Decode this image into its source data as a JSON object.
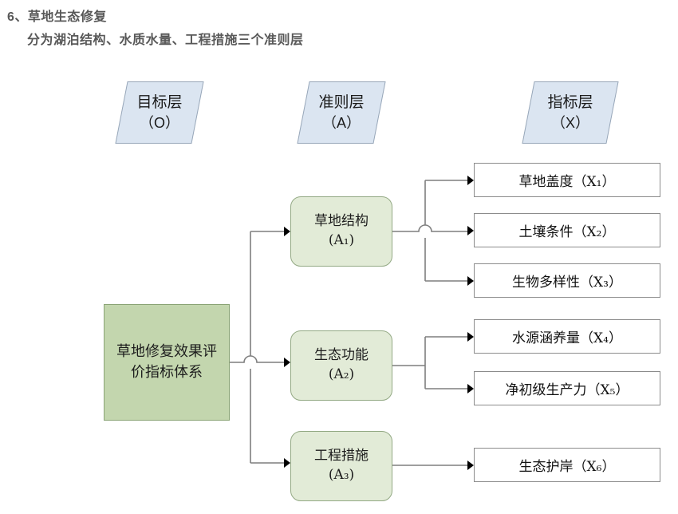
{
  "heading": {
    "line1": "6、草地生态修复",
    "line2": "分为湖泊结构、水质水量、工程措施三个准则层"
  },
  "layer_banners": [
    {
      "name": "goal-layer",
      "title": "目标层",
      "code": "（O）"
    },
    {
      "name": "criterion-layer",
      "title": "准则层",
      "code": "（A）"
    },
    {
      "name": "index-layer",
      "title": "指标层",
      "code": "（X）"
    }
  ],
  "goal": {
    "label": "草地修复效果评价指标体系"
  },
  "criteria": [
    {
      "id": "A1",
      "label": "草地结构",
      "code": "(A₁)"
    },
    {
      "id": "A2",
      "label": "生态功能",
      "code": "(A₂)"
    },
    {
      "id": "A3",
      "label": "工程措施",
      "code": "(A₃)"
    }
  ],
  "indicators": [
    {
      "id": "X1",
      "label": "草地盖度（X₁）",
      "parent": "A1"
    },
    {
      "id": "X2",
      "label": "土壤条件（X₂）",
      "parent": "A1"
    },
    {
      "id": "X3",
      "label": "生物多样性（X₃）",
      "parent": "A1"
    },
    {
      "id": "X4",
      "label": "水源涵养量（X₄）",
      "parent": "A2"
    },
    {
      "id": "X5",
      "label": "净初级生产力（X₅）",
      "parent": "A2"
    },
    {
      "id": "X6",
      "label": "生态护岸（X₆）",
      "parent": "A3"
    }
  ],
  "colors": {
    "banner_fill": "#dbe5f1",
    "banner_border": "#97a6b8",
    "goal_fill": "#c3d6ae",
    "goal_border": "#8aa376",
    "criterion_fill": "#e2ebd7",
    "criterion_border": "#93a984",
    "indicator_fill": "#ffffff",
    "indicator_border": "#8c8c8c",
    "connector": "#7f7f7f",
    "heading_text": "#585858"
  }
}
